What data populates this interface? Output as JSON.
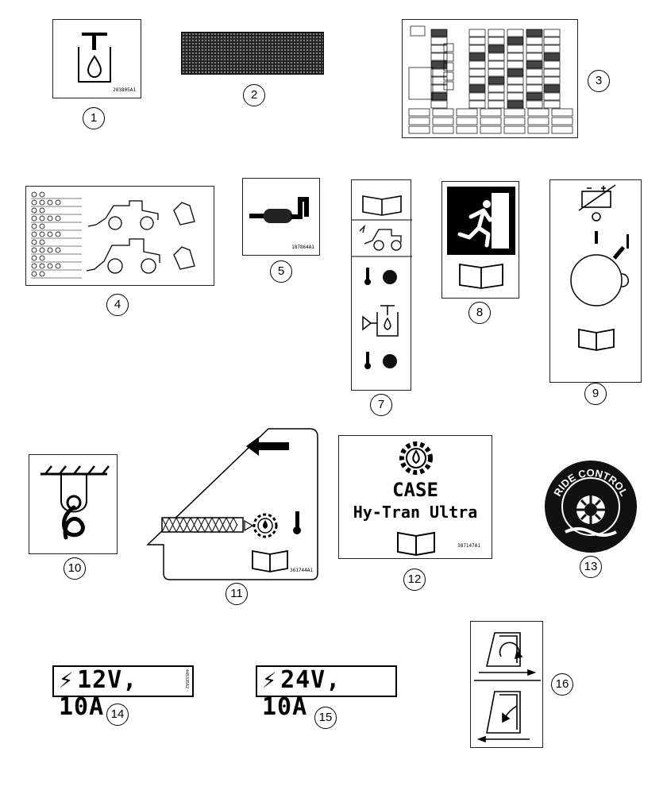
{
  "callouts": [
    "1",
    "2",
    "3",
    "4",
    "5",
    "7",
    "8",
    "9",
    "10",
    "11",
    "12",
    "13",
    "14",
    "15",
    "16"
  ],
  "label_codes": {
    "decal_1": "283805A1",
    "decal_5": "187864A1",
    "decal_11": "361744A1",
    "decal_12": "387147A1",
    "decal_14": "445335A2"
  },
  "decal_12": {
    "brand": "CASE",
    "product": "Hy-Tran Ultra"
  },
  "decal_13": {
    "text": "RIDE CONTROL"
  },
  "decal_14": {
    "text": "12V, 10A"
  },
  "decal_15": {
    "text": "24V, 10A"
  }
}
